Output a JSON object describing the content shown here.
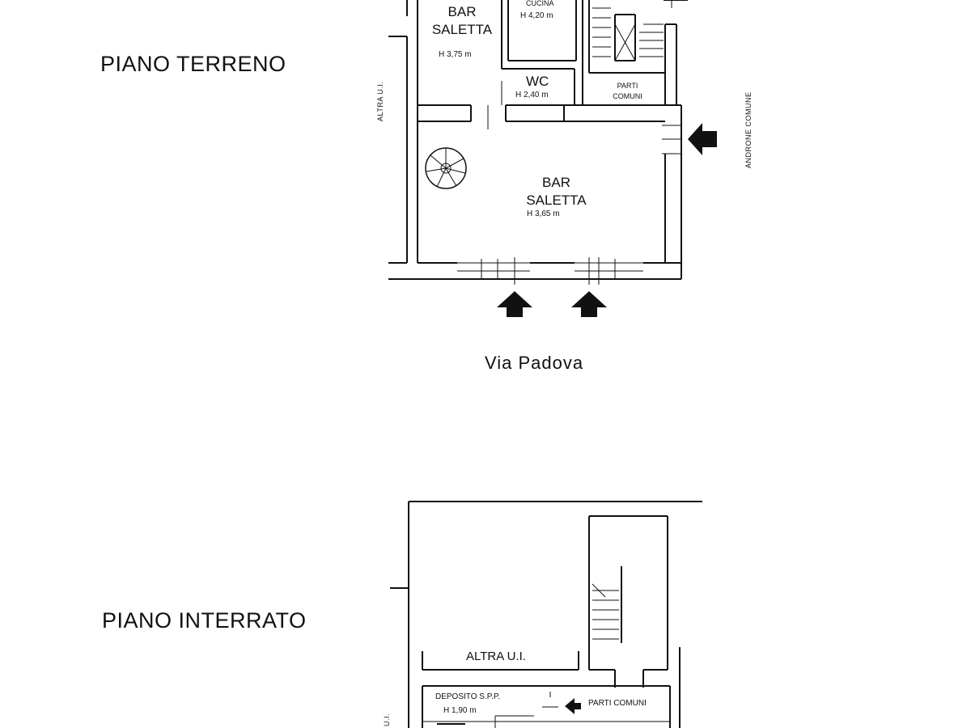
{
  "ground_floor": {
    "title": "PIANO TERRENO",
    "rooms": {
      "bar_top": {
        "name": "BAR\nSALETTA",
        "height": "H 3,75 m"
      },
      "kitchen": {
        "name": "CUCINA",
        "height": "H 4,20 m"
      },
      "wc": {
        "name": "WC",
        "height": "H 2,40 m"
      },
      "common": {
        "name": "PARTI\nCOMUNI"
      },
      "bar_main": {
        "name": "BAR\nSALETTA",
        "height": "H 3,65 m"
      }
    },
    "labels": {
      "other_unit": "ALTRA U.I.",
      "common_hall": "ANDRONE COMUNE",
      "street": "Via  Padova"
    }
  },
  "basement": {
    "title": "PIANO INTERRATO",
    "labels": {
      "other_unit": "ALTRA U.I.",
      "storage": "DEPOSITO S.P.P.",
      "storage_height": "H 1,90 m",
      "common": "PARTI COMUNI",
      "side_unit": "U.I."
    }
  }
}
